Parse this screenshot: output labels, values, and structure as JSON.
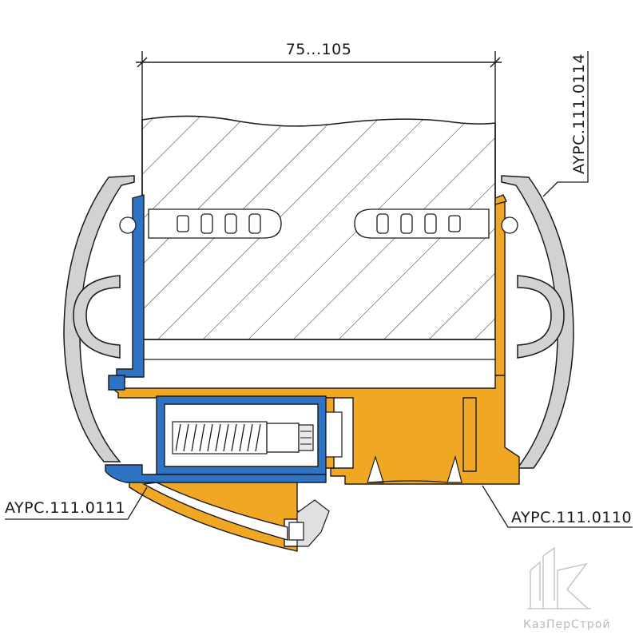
{
  "drawing": {
    "dimension_label": "75...105",
    "labels": {
      "top_right": "AYPC.111.0114",
      "bottom_left": "AYPC.111.0111",
      "bottom_right": "AYPC.111.0110"
    },
    "watermark": "КазПерСтрой",
    "colors": {
      "blue_profile": "#2f74c4",
      "orange_profile": "#f0a824",
      "gray_cover": "#d2d2d2",
      "outline": "#1a1a1a",
      "hatch": "#3a3a3a",
      "watermark": "#c8c8c8"
    }
  }
}
